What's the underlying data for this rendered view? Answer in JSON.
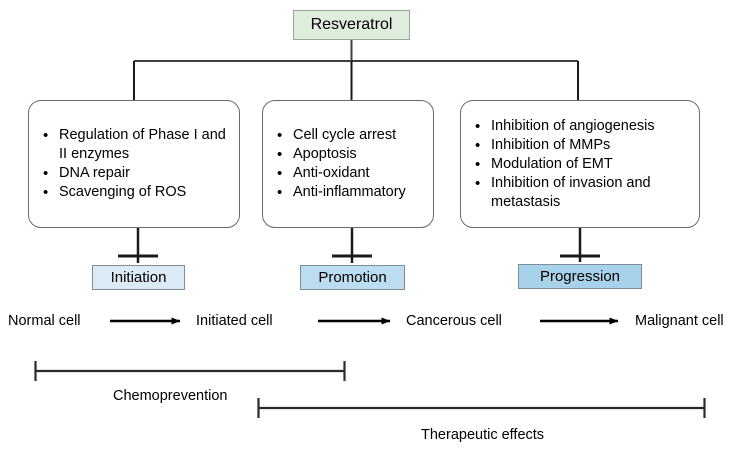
{
  "diagram": {
    "title_box": {
      "label": "Resveratrol",
      "fill_color": "#dfeedc",
      "border_color": "#9aa79a"
    },
    "mechanism_boxes": [
      {
        "id": "initiation",
        "items": [
          "Regulation of Phase I and II enzymes",
          "DNA repair",
          "Scavenging of ROS"
        ]
      },
      {
        "id": "promotion",
        "items": [
          "Cell cycle arrest",
          "Apoptosis",
          "Anti-oxidant",
          "Anti-inflammatory"
        ]
      },
      {
        "id": "progression",
        "items": [
          "Inhibition of angiogenesis",
          "Inhibition of MMPs",
          "Modulation of EMT",
          "Inhibition of invasion and metastasis"
        ]
      }
    ],
    "stages": [
      {
        "id": "initiation",
        "label": "Initiation",
        "fill_color": "#dceaf6"
      },
      {
        "id": "promotion",
        "label": "Promotion",
        "fill_color": "#bcdcf0"
      },
      {
        "id": "progression",
        "label": "Progression",
        "fill_color": "#a8d2ea"
      }
    ],
    "cell_sequence": [
      "Normal cell",
      "Initiated cell",
      "Cancerous cell",
      "Malignant cell"
    ],
    "brackets": [
      {
        "id": "chemoprevention",
        "label": "Chemoprevention"
      },
      {
        "id": "therapeutic",
        "label": "Therapeutic effects"
      }
    ],
    "bullet_glyph": "•",
    "line_color": "#1a1a1a"
  }
}
